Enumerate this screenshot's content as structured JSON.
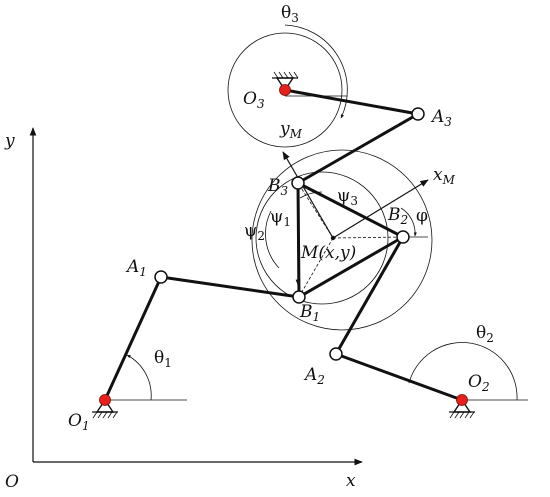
{
  "diagram": {
    "axes": {
      "origin": "O",
      "x": "x",
      "y": "y"
    },
    "pivots": [
      {
        "id": "O1",
        "base": "O",
        "sub": "1"
      },
      {
        "id": "O2",
        "base": "O",
        "sub": "2"
      },
      {
        "id": "O3",
        "base": "O",
        "sub": "3"
      }
    ],
    "joints": [
      {
        "id": "A1",
        "base": "A",
        "sub": "1"
      },
      {
        "id": "A2",
        "base": "A",
        "sub": "2"
      },
      {
        "id": "A3",
        "base": "A",
        "sub": "3"
      },
      {
        "id": "B1",
        "base": "B",
        "sub": "1"
      },
      {
        "id": "B2",
        "base": "B",
        "sub": "2"
      },
      {
        "id": "B3",
        "base": "B",
        "sub": "3"
      }
    ],
    "angles": {
      "theta1": {
        "base": "θ",
        "sub": "1"
      },
      "theta2": {
        "base": "θ",
        "sub": "2"
      },
      "theta3": {
        "base": "θ",
        "sub": "3"
      },
      "psi1": {
        "base": "ψ",
        "sub": "1"
      },
      "psi2": {
        "base": "ψ",
        "sub": "2"
      },
      "psi3": {
        "base": "ψ",
        "sub": "3"
      },
      "phi": "φ"
    },
    "platform": {
      "center_label": "M(x,y)",
      "xm": {
        "base": "x",
        "sub": "M"
      },
      "ym": {
        "base": "y",
        "sub": "M"
      }
    },
    "colors": {
      "line": "#111111",
      "pivot_fill": "#e8201c",
      "joint_fill": "#ffffff"
    }
  }
}
